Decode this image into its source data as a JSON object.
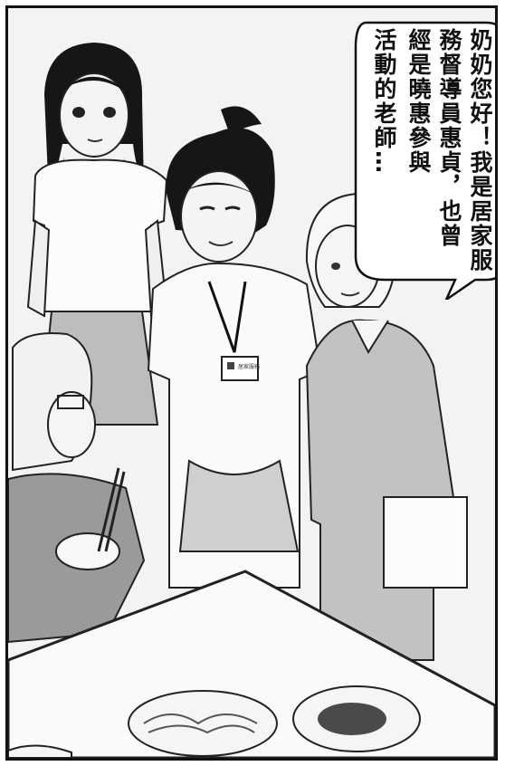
{
  "speech": {
    "lines": [
      "奶奶您好！我是居家服",
      "務督導員惠貞，也曾",
      "經是曉惠參與",
      "活動的老師…"
    ]
  },
  "badge": {
    "text": "居家服務"
  }
}
